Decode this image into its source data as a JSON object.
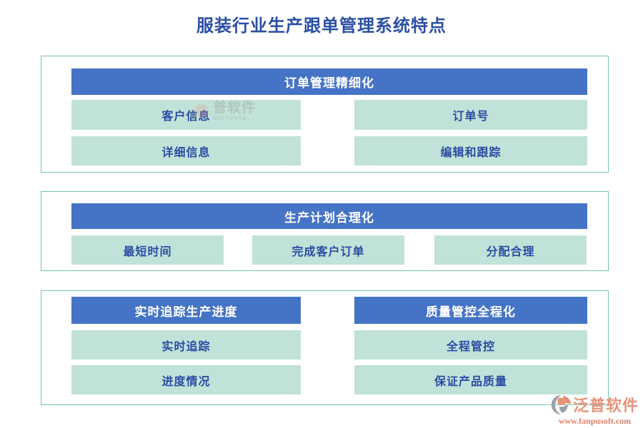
{
  "page": {
    "title": "服装行业生产跟单管理系统特点"
  },
  "colors": {
    "header_blue": "#4573C6",
    "cell_mint": "#C0E2D8",
    "text_blue": "#2B4CA3",
    "title_blue": "#2B4FA5",
    "border_teal": "#76C3B2",
    "brand_salmon": "#E8937A"
  },
  "sections": [
    {
      "header": "订单管理精细化",
      "cells": [
        "客户信息",
        "订单号",
        "详细信息",
        "编辑和跟踪"
      ]
    },
    {
      "header": "生产计划合理化",
      "cells": [
        "最短时间",
        "完成客户订单",
        "分配合理"
      ]
    },
    {
      "left": {
        "header": "实时追踪生产进度",
        "cells": [
          "实时追踪",
          "进度情况"
        ]
      },
      "right": {
        "header": "质量管控全程化",
        "cells": [
          "全程管控",
          "保证产品质量"
        ]
      }
    }
  ],
  "watermark": {
    "text": "普软件",
    "subtext": "SOFTWARE"
  },
  "footer": {
    "brand": "泛普软件",
    "url": "www.fanpusoft.com"
  }
}
